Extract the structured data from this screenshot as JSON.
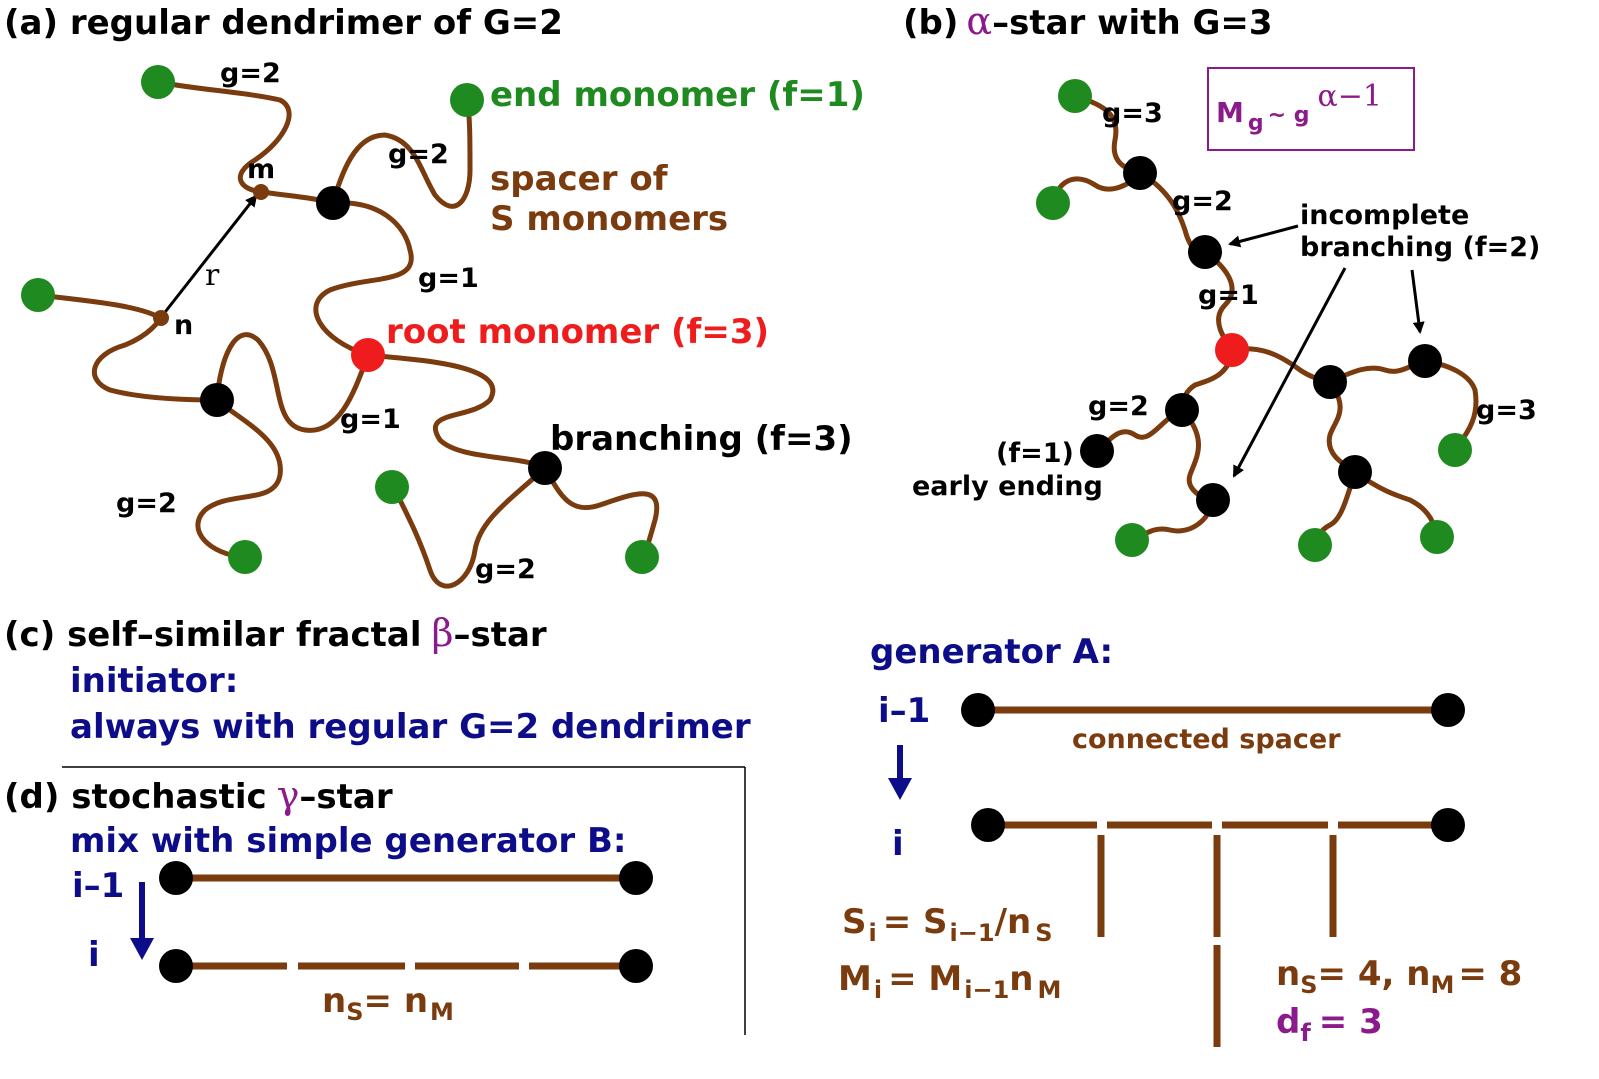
{
  "panel_a": {
    "title": "(a) regular dendrimer of G=2",
    "end_monomer": "end monomer (f=1)",
    "spacer_line1": "spacer of",
    "spacer_line2": "S monomers",
    "root_monomer": "root monomer (f=3)",
    "branching": "branching (f=3)",
    "m": "m",
    "n": "n",
    "r": "r",
    "g2": "g=2",
    "g1": "g=1"
  },
  "panel_b": {
    "title_prefix": "(b)",
    "alpha": "α",
    "title_suffix": "–star with G=3",
    "formula_main": "M",
    "formula_sub": "g",
    "formula_tilde": "~ g",
    "formula_exp": "α−1",
    "incomplete_line1": "incomplete",
    "incomplete_line2": "branching (f=2)",
    "f1": "(f=1)",
    "early_ending": "early ending",
    "g3": "g=3",
    "g2": "g=2",
    "g1": "g=1"
  },
  "panel_c": {
    "title_prefix": "(c) self–similar fractal",
    "beta": "β",
    "title_suffix": "–star",
    "initiator": "initiator:",
    "always": "always with regular G=2 dendrimer"
  },
  "panel_d": {
    "title_prefix": "(d) stochastic",
    "gamma": "γ",
    "title_suffix": "–star",
    "mix": "mix with simple generator B:",
    "i_minus_1": "i–1",
    "i": "i",
    "ns_eq_nm_n1": "n",
    "ns_eq_nm_s1": "S",
    "ns_eq_nm_mid": "= n",
    "ns_eq_nm_s2": "M"
  },
  "generator_a": {
    "title": "generator A:",
    "i_minus_1": "i–1",
    "i": "i",
    "connected_spacer": "connected spacer",
    "eq1": "S",
    "eq1_sub": "i",
    "eq1_mid": "= S",
    "eq1_sub2": "i−1",
    "eq1_tail": "/n",
    "eq1_sub3": "S",
    "eq2": "M",
    "eq2_sub": "i",
    "eq2_mid": "= M",
    "eq2_sub2": "i−1",
    "eq2_tail": "n",
    "eq2_sub3": "M",
    "params_n1": "n",
    "params_s1": "S",
    "params_mid": "= 4, n",
    "params_s2": "M",
    "params_tail": "= 8",
    "df": "d",
    "df_sub": "f",
    "df_tail": "= 3"
  },
  "colors": {
    "chain": "#7a3b0e",
    "end": "#1f8a1f",
    "root": "#ee1c1c",
    "branch": "#000000",
    "blue_text": "#0d0d8a",
    "purple": "#8b1a8b"
  }
}
